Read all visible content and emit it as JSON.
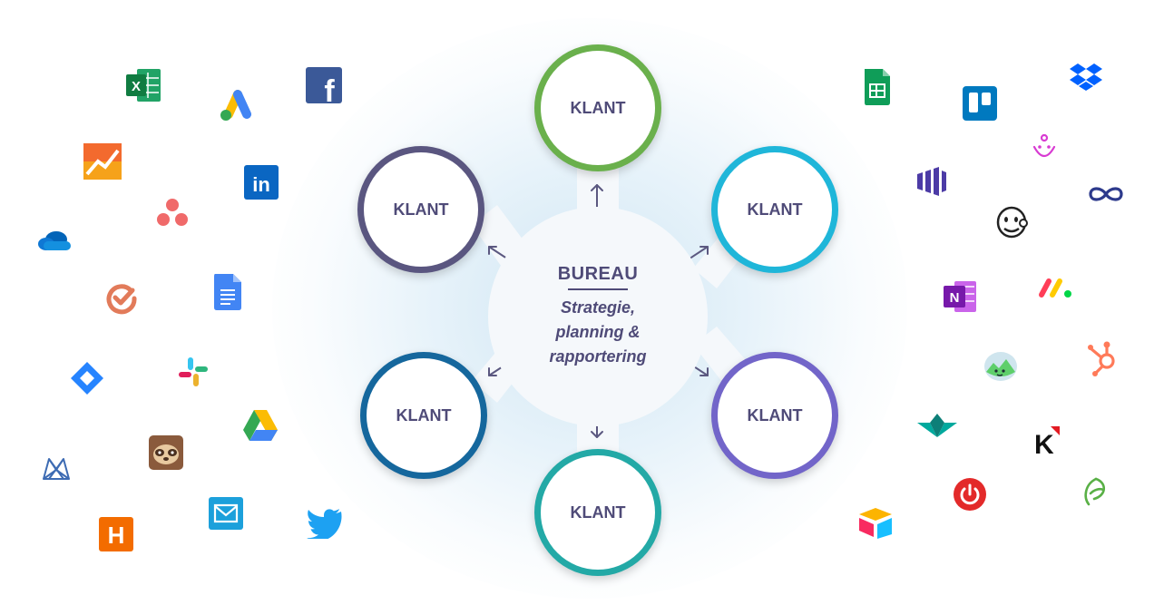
{
  "center": {
    "title": "BUREAU",
    "subtitle": [
      "Strategie,",
      "planning &",
      "rapportering"
    ]
  },
  "clients": [
    {
      "label": "KLANT",
      "color": "#6ab04c"
    },
    {
      "label": "KLANT",
      "color": "#1fb6d9"
    },
    {
      "label": "KLANT",
      "color": "#7265c9"
    },
    {
      "label": "KLANT",
      "color": "#23a9a6"
    },
    {
      "label": "KLANT",
      "color": "#15679d"
    },
    {
      "label": "KLANT",
      "color": "#5a5680"
    }
  ],
  "colors": {
    "text": "#4f4b78",
    "arrow": "#5b5880",
    "hub": "#f5f8fb"
  },
  "icons_left": [
    "excel-icon",
    "google-ads-icon",
    "facebook-icon",
    "analytics-icon",
    "linkedin-icon",
    "asana-icon",
    "onedrive-icon",
    "google-docs-icon",
    "todoist-icon",
    "jira-icon",
    "slack-icon",
    "google-drive-icon",
    "sloth-icon",
    "mautic-icon",
    "email-icon",
    "twitter-icon",
    "harvest-icon"
  ],
  "icons_right": [
    "google-sheets-icon",
    "trello-icon",
    "dropbox-icon",
    "smile-icon",
    "chartmogul-icon",
    "mailchimp-icon",
    "infinity-icon",
    "onenote-icon",
    "monday-icon",
    "basecamp-icon",
    "hubspot-icon",
    "teamleader-icon",
    "klipfolio-icon",
    "power-icon",
    "sprout-icon",
    "airtable-icon"
  ]
}
